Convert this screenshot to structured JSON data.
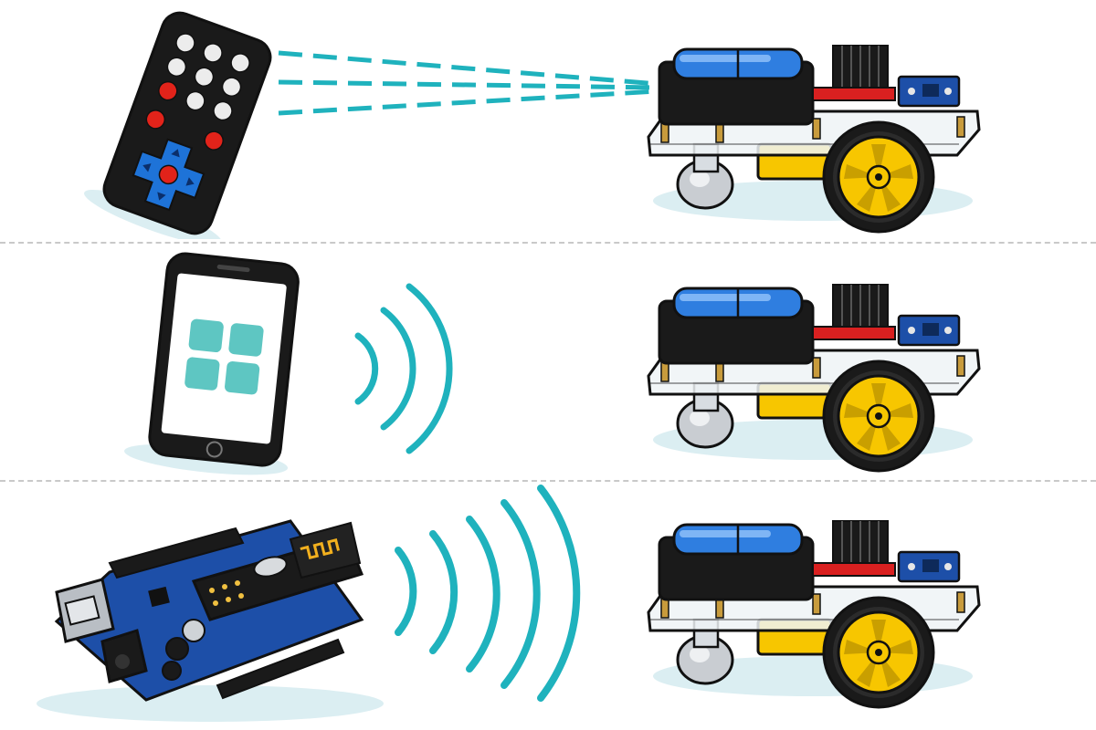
{
  "rows": [
    {
      "controller": "ir-remote",
      "signal": "infrared-beams",
      "target": "robot-car"
    },
    {
      "controller": "smartphone",
      "signal": "bluetooth-waves",
      "target": "robot-car"
    },
    {
      "controller": "arduino-with-rf-module",
      "signal": "radio-waves",
      "target": "robot-car"
    }
  ],
  "colors": {
    "signal": "#1fb2bd",
    "app_tile": "#5ec6c2",
    "remote_red": "#e2231a",
    "remote_blue": "#1e73d8",
    "board_blue": "#1d4fa8",
    "battery_blue": "#2f7ee0",
    "wheel_yellow": "#f7c600",
    "shadow": "#dbeef2"
  }
}
